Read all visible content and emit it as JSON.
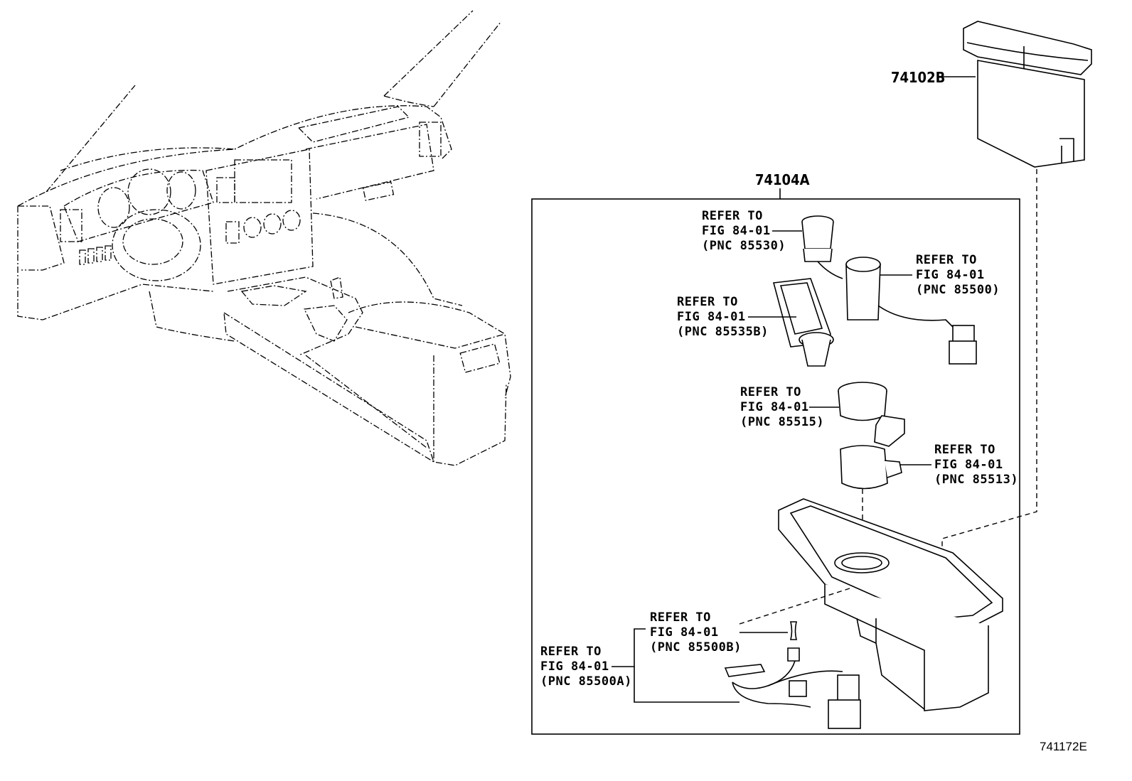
{
  "parts": {
    "box_lid": {
      "number": "74102B"
    },
    "console_box": {
      "number": "74104A"
    }
  },
  "callouts": {
    "pnc_85530": {
      "line1": "REFER TO",
      "line2": "FIG 84-01",
      "line3": "(PNC 85530)"
    },
    "pnc_85500": {
      "line1": "REFER TO",
      "line2": "FIG 84-01",
      "line3": "(PNC 85500)"
    },
    "pnc_85535b": {
      "line1": "REFER TO",
      "line2": "FIG 84-01",
      "line3": "(PNC 85535B)"
    },
    "pnc_85515": {
      "line1": "REFER TO",
      "line2": "FIG 84-01",
      "line3": "(PNC 85515)"
    },
    "pnc_85513": {
      "line1": "REFER TO",
      "line2": "FIG 84-01",
      "line3": "(PNC 85513)"
    },
    "pnc_85500b": {
      "line1": "REFER TO",
      "line2": "FIG 84-01",
      "line3": "(PNC 85500B)"
    },
    "pnc_85500a": {
      "line1": "REFER TO",
      "line2": "FIG 84-01",
      "line3": "(PNC 85500A)"
    }
  },
  "figure_id": "741172E"
}
